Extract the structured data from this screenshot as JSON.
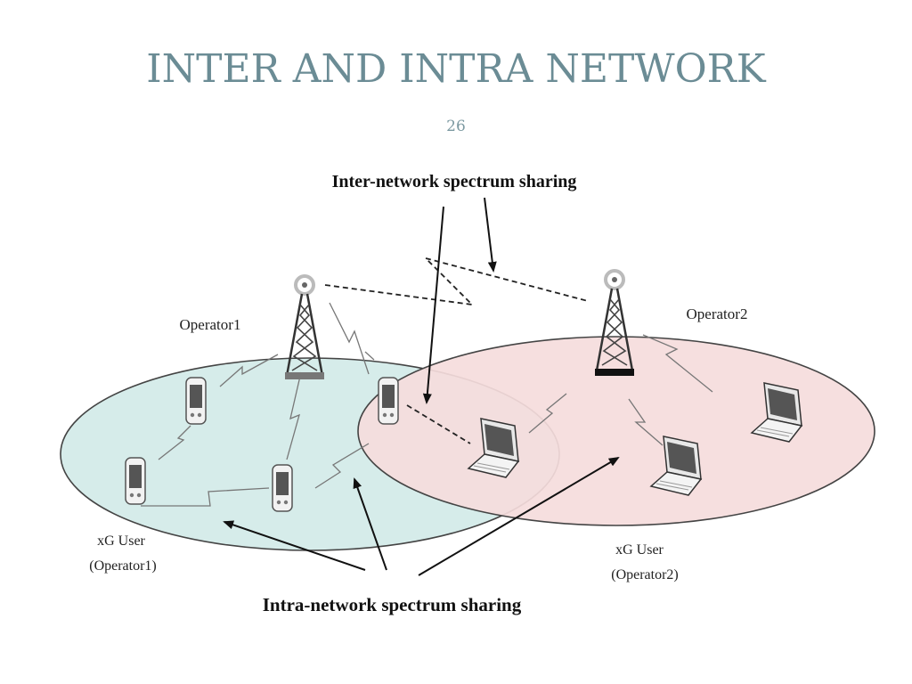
{
  "slide": {
    "title": "INTER AND INTRA NETWORK",
    "page_number": "26"
  },
  "diagram": {
    "inter_label": "Inter-network spectrum sharing",
    "intra_label": "Intra-network spectrum sharing",
    "operator1_label": "Operator1",
    "operator2_label": "Operator2",
    "user1_label_line1": "xG User",
    "user1_label_line2": "(Operator1)",
    "user2_label_line1": "xG User",
    "user2_label_line2": "(Operator2)",
    "colors": {
      "operator1_fill": "#d6ecea",
      "operator2_fill": "#f5dcdc",
      "title": "#6b8c95"
    }
  }
}
